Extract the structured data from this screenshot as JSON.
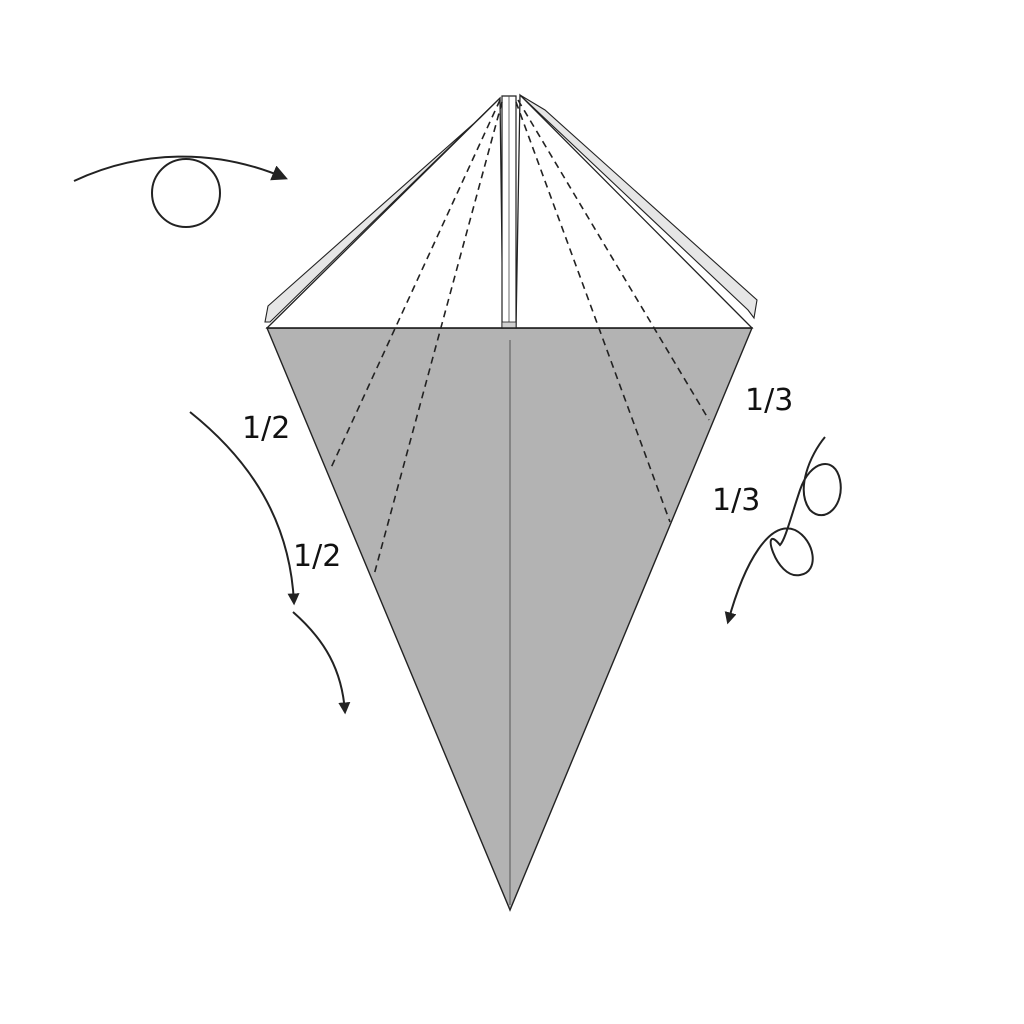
{
  "labels": {
    "left_upper": "1/2",
    "left_lower": "1/2",
    "right_upper": "1/3",
    "right_lower": "1/3"
  },
  "symbols": [
    "turn-over-symbol",
    "fold-arrow",
    "repeat-arrow"
  ],
  "colors": {
    "paper_shade": "#b3b3b3",
    "paper_white": "#ffffff",
    "line": "#222222"
  }
}
